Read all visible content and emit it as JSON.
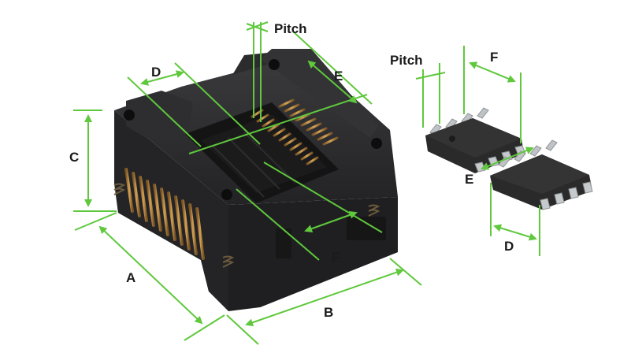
{
  "labels": {
    "pitch_socket": "Pitch",
    "pitch_chip": "Pitch",
    "a": "A",
    "b": "B",
    "c": "C",
    "d_socket": "D",
    "e_socket": "E",
    "f_socket": "F",
    "f_chip": "F",
    "e_chip": "E",
    "d_chip": "D"
  },
  "colors": {
    "dimension": "#5fc83c",
    "socket_body": "#2b2b2d",
    "contact_gold": "#b8843a",
    "chip_body": "#2a2a2a",
    "chip_lead": "#bfc3c6"
  }
}
